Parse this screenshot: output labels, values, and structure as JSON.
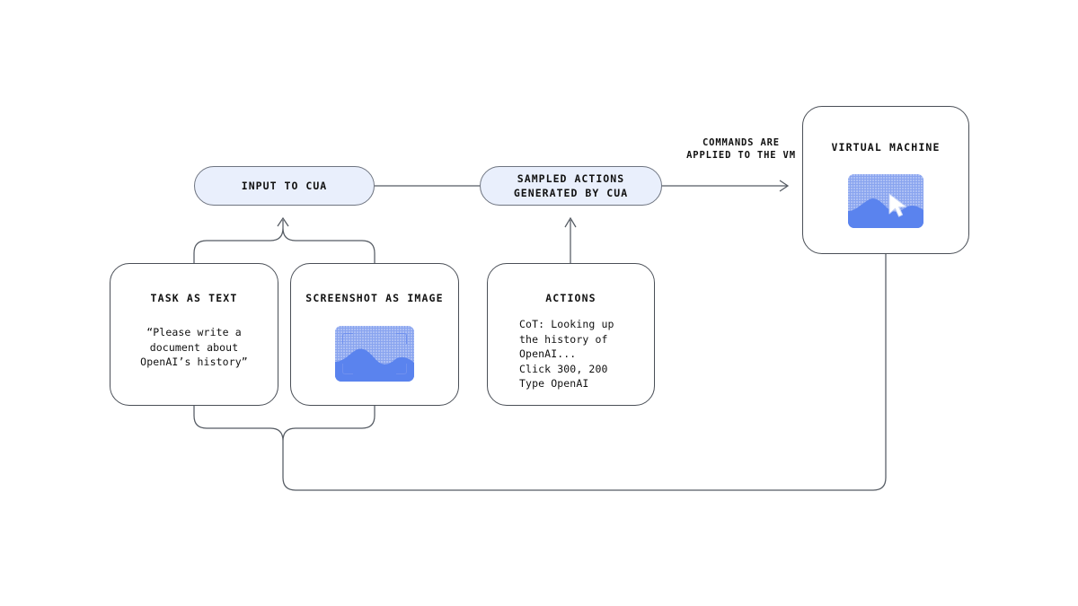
{
  "diagram": {
    "title": "CUA loop",
    "colors": {
      "pill_fill": "#e9effc",
      "pill_stroke": "#6e7480",
      "card_stroke": "#4a4f57",
      "wire": "#555b63",
      "image_sky": "#89a4ef",
      "image_wave": "#5a83ee",
      "canvas": "#ffffff"
    }
  },
  "nodes": {
    "input_to_cua": {
      "label": "INPUT TO CUA"
    },
    "sampled_actions": {
      "label": "SAMPLED ACTIONS\nGENERATED BY CUA"
    },
    "virtual_machine": {
      "label": "VIRTUAL MACHINE",
      "icon": "screenshot-with-cursor"
    },
    "task_as_text": {
      "title": "TASK AS TEXT",
      "body": "“Please write a\ndocument about\nOpenAI’s history”"
    },
    "screenshot_as_image": {
      "title": "SCREENSHOT AS IMAGE",
      "icon": "screenshot-placeholder"
    },
    "actions": {
      "title": "ACTIONS",
      "body": "CoT: Looking up\nthe history of\nOpenAI...\nClick 300, 200\nType OpenAI"
    }
  },
  "edges": {
    "commands_caption": "COMMANDS ARE\nAPPLIED TO THE VM"
  }
}
